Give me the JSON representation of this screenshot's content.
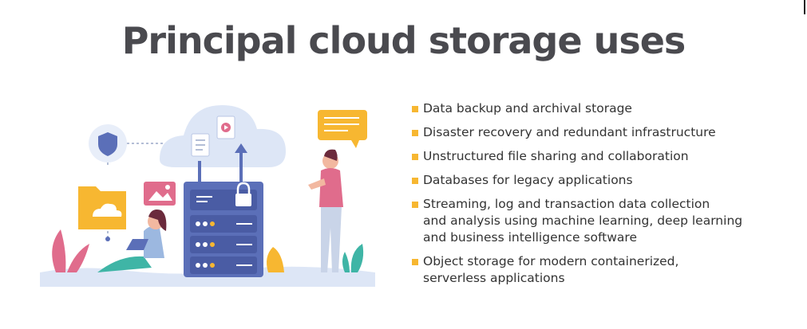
{
  "title": "Principal cloud storage uses",
  "colors": {
    "accent": "#f7b731",
    "title_text": "#4a4a4f",
    "cloud": "#d9e4f7",
    "server": "#5b6fb8",
    "teal": "#3fb5a6",
    "pink": "#e06c8c",
    "folder": "#f7b731"
  },
  "icons": [
    "shield-icon",
    "cloud-icon",
    "document-icon",
    "video-file-icon",
    "image-icon",
    "folder-icon",
    "lock-icon",
    "server-icon",
    "chat-bubble-icon",
    "laptop-icon"
  ],
  "uses": [
    {
      "lines": [
        "Data backup and archival storage"
      ]
    },
    {
      "lines": [
        "Disaster recovery and redundant infrastructure"
      ]
    },
    {
      "lines": [
        "Unstructured file sharing and collaboration"
      ]
    },
    {
      "lines": [
        "Databases for legacy applications"
      ]
    },
    {
      "lines": [
        "Streaming, log and transaction data collection",
        "and analysis using machine learning, deep learning",
        "and business intelligence software"
      ]
    },
    {
      "lines": [
        "Object storage for modern containerized,",
        "serverless applications"
      ]
    }
  ]
}
